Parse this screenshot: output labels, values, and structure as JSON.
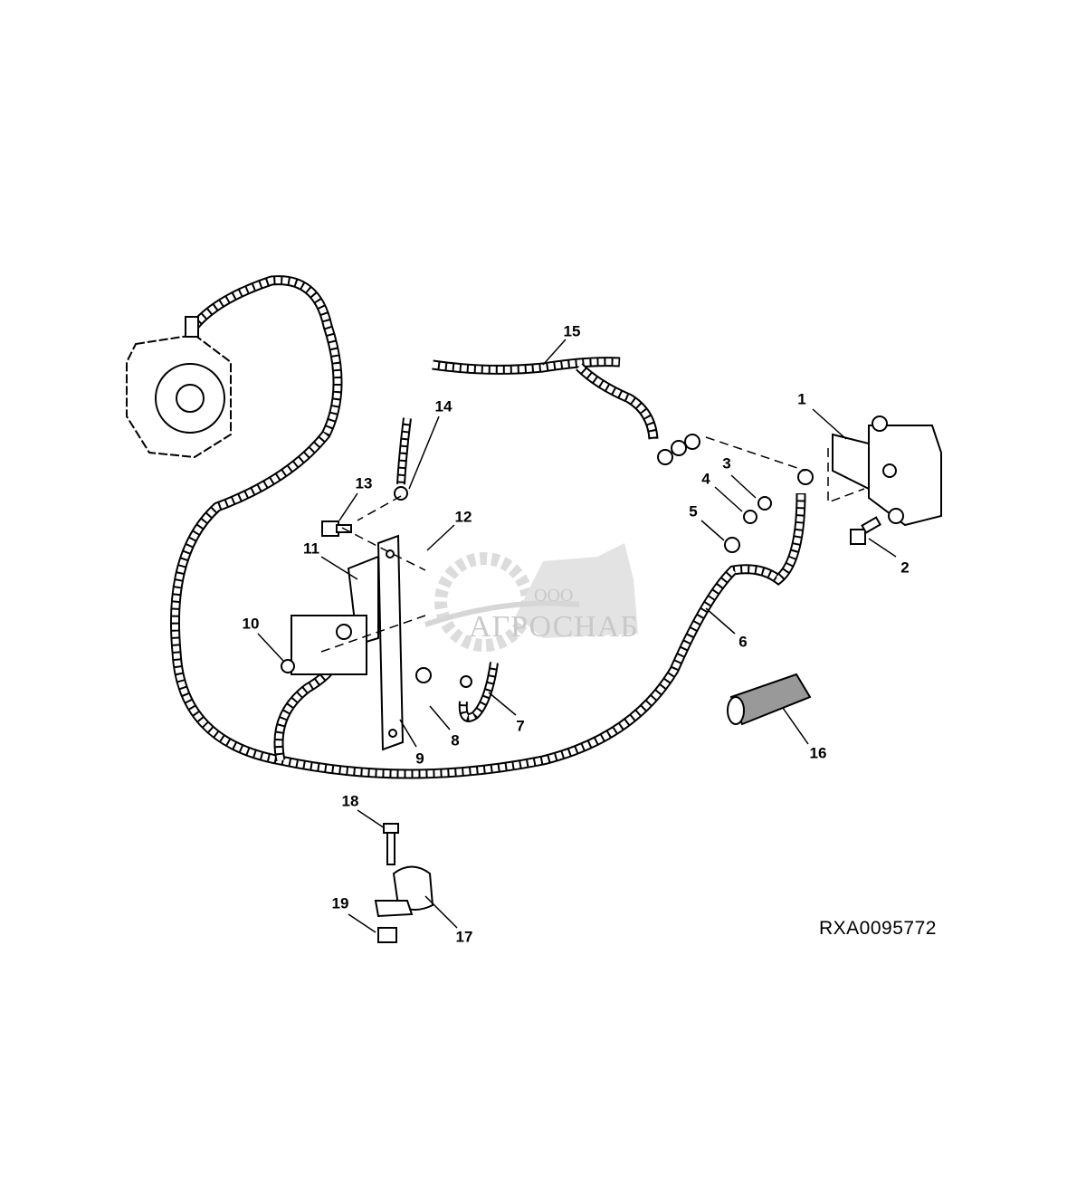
{
  "diagram": {
    "reference_code": "RXA0095772",
    "callouts": [
      "1",
      "2",
      "3",
      "4",
      "5",
      "6",
      "7",
      "8",
      "9",
      "10",
      "11",
      "12",
      "13",
      "14",
      "15",
      "16",
      "17",
      "18",
      "19"
    ]
  },
  "watermark": {
    "prefix": "ООО",
    "name": "АГРОСНАБ"
  }
}
